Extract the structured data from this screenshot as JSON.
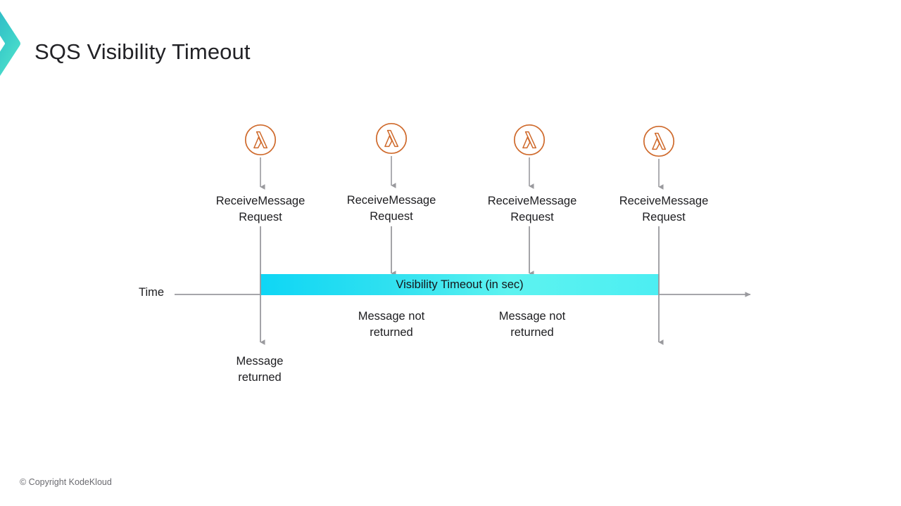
{
  "slide": {
    "title": "SQS Visibility Timeout",
    "brand_icon": "kodekloud-chevron-logo",
    "brand_color_start": "#2bb8c4",
    "brand_color_end": "#4fe0cf",
    "background": "#ffffff",
    "footer": "© Copyright KodeKloud"
  },
  "diagram": {
    "type": "timeline",
    "axis": {
      "label": "Time",
      "line_color": "#9a9a9e",
      "arrow_direction": "right"
    },
    "visibility_bar": {
      "label": "Visibility Timeout (in sec)",
      "fill_start": "#0fd6f5",
      "fill_end": "#4ceef2",
      "start_event_index": 0,
      "end_event_index": 3
    },
    "events": [
      {
        "icon": "aws-lambda-icon",
        "request_label": "ReceiveMessage\nRequest",
        "outcome_label": "Message\nreturned",
        "outcome_position": "below-axis",
        "crosses_bar": true
      },
      {
        "icon": "aws-lambda-icon",
        "request_label": "ReceiveMessage\nRequest",
        "outcome_label": "Message not\nreturned",
        "outcome_position": "below-axis",
        "crosses_bar": false
      },
      {
        "icon": "aws-lambda-icon",
        "request_label": "ReceiveMessage\nRequest",
        "outcome_label": "Message not\nreturned",
        "outcome_position": "below-axis",
        "crosses_bar": false
      },
      {
        "icon": "aws-lambda-icon",
        "request_label": "ReceiveMessage\nRequest",
        "outcome_label": "",
        "outcome_position": "below-axis",
        "crosses_bar": true
      }
    ],
    "icon_color": "#cf6a2c",
    "connector_color": "#9a9a9e"
  }
}
